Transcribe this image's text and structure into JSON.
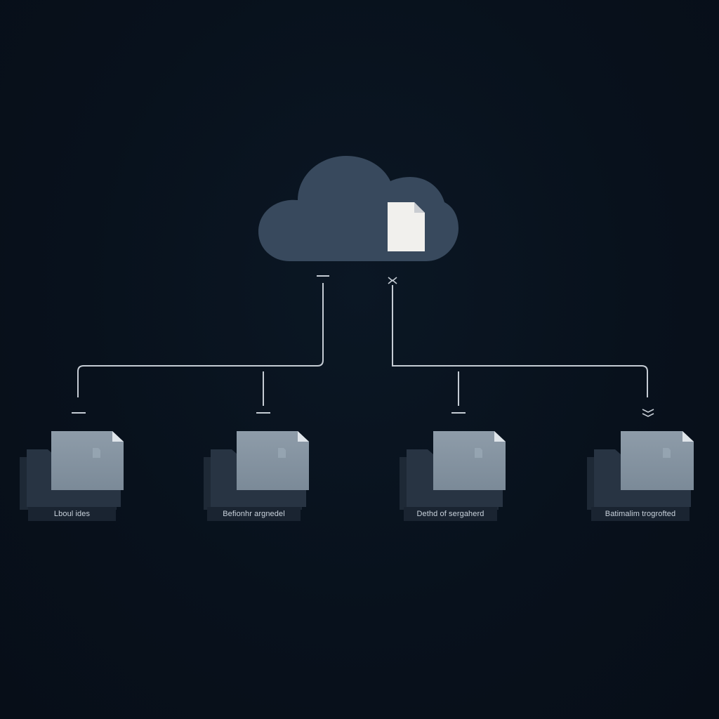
{
  "diagram": {
    "root": {
      "icon": "cloud-icon",
      "inner_icon": "document-icon"
    },
    "connector_marks": {
      "left": "dash",
      "right": "double-chevron"
    },
    "nodes": [
      {
        "label": "Lboul ides",
        "icon": "folder-documents-icon",
        "marker": "dash"
      },
      {
        "label": "Befionhr argnedel",
        "icon": "folder-documents-icon",
        "marker": "dash"
      },
      {
        "label": "Dethd of sergaherd",
        "icon": "folder-documents-icon",
        "marker": "dash"
      },
      {
        "label": "Batimalim trogrofted",
        "icon": "folder-documents-icon",
        "marker": "double-chevron"
      }
    ],
    "colors": {
      "background": "#08111d",
      "cloud": "#38495d",
      "connector": "#c5ccd4",
      "document_root": "#f1f0ed",
      "folder_back": "#1f2a37",
      "folder_mid": "#2a3644",
      "document_card": "#8796a3",
      "label_bar": "#1a2431",
      "label_text": "#c9d2dc"
    }
  }
}
